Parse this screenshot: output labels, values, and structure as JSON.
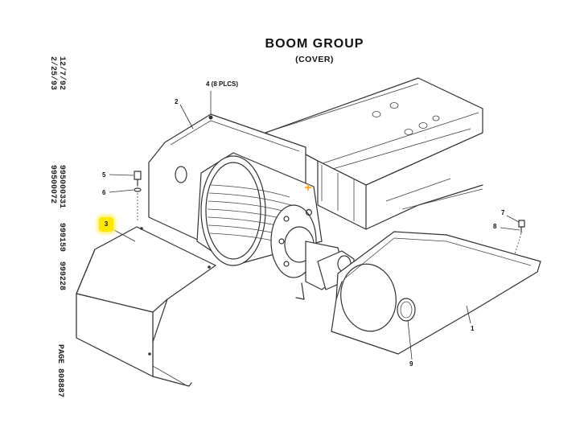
{
  "title": "BOOM GROUP",
  "subtitle": "(COVER)",
  "side_notes": {
    "dates": "12/7/92\n2/25/93",
    "part_numbers": "995000331   999159  999228\n99500072",
    "page": "PAGE  808887"
  },
  "callouts": {
    "c1": "1",
    "c2": "2",
    "c3": "3",
    "c4": "4 (8 PLCS)",
    "c5": "5",
    "c6": "6",
    "c7": "7",
    "c8": "8",
    "c9": "9"
  },
  "highlight_color": "#ffe800",
  "marker_color": "#ff9900"
}
